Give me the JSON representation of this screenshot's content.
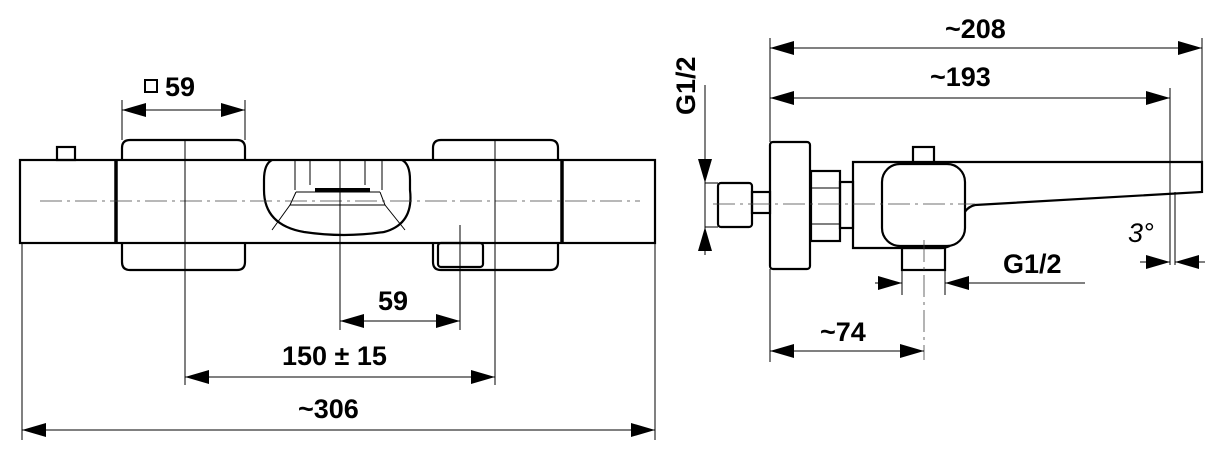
{
  "front_view": {
    "knob_square": "59",
    "outlet_offset": "59",
    "inlet_spacing": "150 ± 15",
    "overall_length": "~306"
  },
  "side_view": {
    "overall_depth": "~208",
    "spout_depth": "~193",
    "inlet_thread": "G1/2",
    "outlet_thread": "G1/2",
    "outlet_depth": "~74",
    "spout_angle": "3°"
  }
}
